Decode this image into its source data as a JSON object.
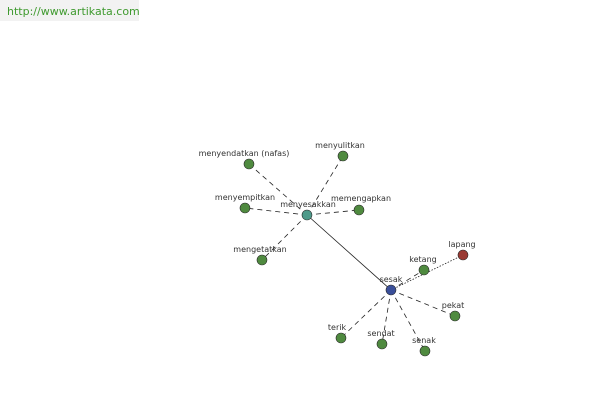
{
  "site": {
    "url_text": "http://www.artikata.com"
  },
  "colors": {
    "url_text": "#3f9a2f",
    "related_node": "#4f8a3f",
    "center_node": "#3a4f9a",
    "hub_node": "#4e9a8a",
    "antonym_node": "#9a3a33",
    "edge": "#222222"
  },
  "graph": {
    "center": {
      "id": "sesak",
      "label": "sesak",
      "role": "center"
    },
    "nodes": [
      {
        "id": "menyesakkan",
        "label": "menyesakkan",
        "role": "hub"
      },
      {
        "id": "menyendatkan",
        "label": "menyendatkan (nafas)",
        "role": "related"
      },
      {
        "id": "menyulitkan",
        "label": "menyulitkan",
        "role": "related"
      },
      {
        "id": "menyempitkan",
        "label": "menyempitkan",
        "role": "related"
      },
      {
        "id": "memengapkan",
        "label": "memengapkan",
        "role": "related"
      },
      {
        "id": "mengetatkan",
        "label": "mengetatkan",
        "role": "related"
      },
      {
        "id": "ketang",
        "label": "ketang",
        "role": "related"
      },
      {
        "id": "lapang",
        "label": "lapang",
        "role": "antonym"
      },
      {
        "id": "pekat",
        "label": "pekat",
        "role": "related"
      },
      {
        "id": "terik",
        "label": "terik",
        "role": "related"
      },
      {
        "id": "sendat",
        "label": "sendat",
        "role": "related"
      },
      {
        "id": "senak",
        "label": "senak",
        "role": "related"
      }
    ],
    "edges": [
      {
        "from": "sesak",
        "to": "menyesakkan",
        "style": "solid"
      },
      {
        "from": "menyesakkan",
        "to": "menyendatkan",
        "style": "dashed"
      },
      {
        "from": "menyesakkan",
        "to": "menyulitkan",
        "style": "dashed"
      },
      {
        "from": "menyesakkan",
        "to": "menyempitkan",
        "style": "dashed"
      },
      {
        "from": "menyesakkan",
        "to": "memengapkan",
        "style": "dashed"
      },
      {
        "from": "menyesakkan",
        "to": "mengetatkan",
        "style": "dashed"
      },
      {
        "from": "sesak",
        "to": "ketang",
        "style": "dashed"
      },
      {
        "from": "sesak",
        "to": "lapang",
        "style": "dotted"
      },
      {
        "from": "sesak",
        "to": "pekat",
        "style": "dashed"
      },
      {
        "from": "sesak",
        "to": "terik",
        "style": "dashed"
      },
      {
        "from": "sesak",
        "to": "sendat",
        "style": "dashed"
      },
      {
        "from": "sesak",
        "to": "senak",
        "style": "dashed"
      }
    ]
  }
}
